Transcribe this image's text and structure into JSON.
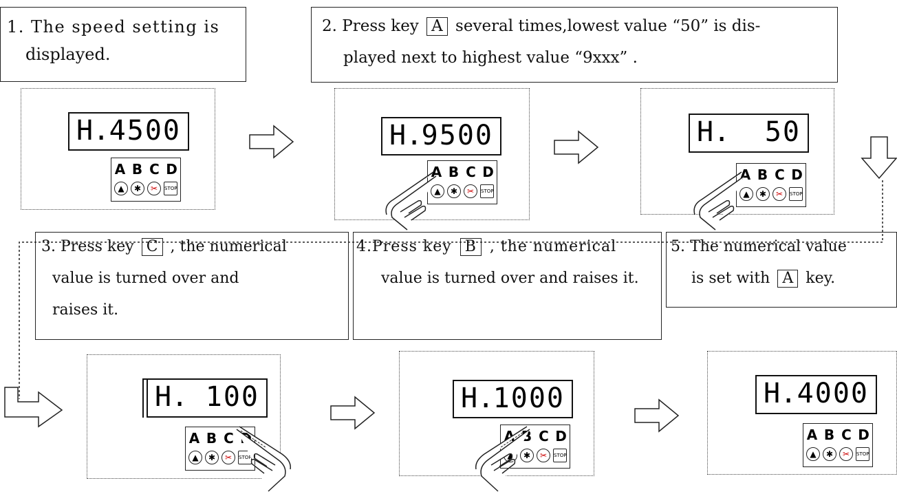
{
  "steps": [
    {
      "lines": [
        "1. The speed setting is",
        "displayed."
      ]
    },
    {
      "line1_pre": "2. Press key",
      "line1_key": "A",
      "line1_post": "several times,lowest value “50” is dis-",
      "line2": "played next to highest value “9xxx” ."
    },
    {
      "line1_pre": "3. Press key",
      "line1_key": "C",
      "line1_post": ", the numerical",
      "line2": "value is turned over and",
      "line3": "raises it."
    },
    {
      "line1_pre": "4.Press key",
      "line1_key": "B",
      "line1_post": ", the numerical",
      "line2": "value is turned over and raises it."
    },
    {
      "line1": "5. The numerical value",
      "line2_pre": "is set with",
      "line2_key": "A",
      "line2_post": "key."
    }
  ],
  "displays": [
    {
      "prefix": "H.",
      "value": "4500"
    },
    {
      "prefix": "H.",
      "value": "9500"
    },
    {
      "prefix": "H.",
      "value": "50"
    },
    {
      "prefix": "H.",
      "value": "100"
    },
    {
      "prefix": "H.",
      "value": "1000"
    },
    {
      "prefix": "H.",
      "value": "4000"
    }
  ],
  "keypad": {
    "keys": [
      "A",
      "B",
      "C",
      "D"
    ],
    "icons": [
      "presser-foot-icon",
      "fan-icon",
      "trim-icon",
      "stop-icon"
    ],
    "stop_label": "STOP"
  }
}
